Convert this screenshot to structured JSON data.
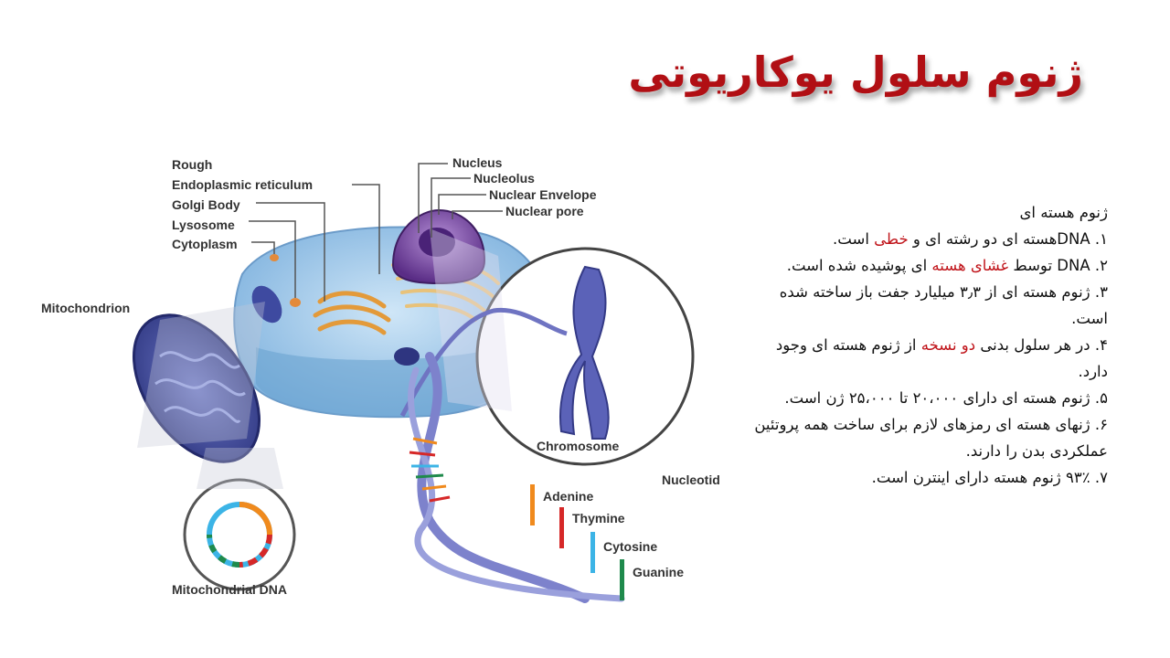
{
  "title": "ژنوم سلول یوکاریوتی",
  "text": {
    "heading": "ژنوم هسته ای",
    "items": [
      {
        "pre": "۱.  DNAهسته ای دو رشته ای و ",
        "hl": "خطی",
        "post": " است."
      },
      {
        "pre": "۲.  DNA توسط ",
        "hl": "غشای هسته",
        "post": " ای پوشیده شده است."
      },
      {
        "pre": "۳. ژنوم هسته ای از ۳٫۳ میلیارد جفت باز ساخته شده است.",
        "hl": "",
        "post": ""
      },
      {
        "pre": " ۴. در هر سلول بدنی ",
        "hl": "دو نسخه",
        "post": " از ژنوم هسته ای وجود دارد."
      },
      {
        "pre": " ۵. ژنوم هسته ای دارای ۲۰،۰۰۰  تا ۲۵،۰۰۰ ژن است.",
        "hl": "",
        "post": ""
      },
      {
        "pre": " ۶. ژنهای هسته ای رمزهای لازم برای ساخت همه پروتئین عملکردی بدن را دارند.",
        "hl": "",
        "post": ""
      },
      {
        "pre": "۷. ۹۳٪ ژنوم هسته دارای اینترن است.",
        "hl": "",
        "post": ""
      }
    ]
  },
  "diagram": {
    "labels": {
      "rough": "Rough",
      "er": "Endoplasmic reticulum",
      "golgi": "Golgi Body",
      "lysosome": "Lysosome",
      "cytoplasm": "Cytoplasm",
      "nucleus": "Nucleus",
      "nucleolus": "Nucleolus",
      "envelope": "Nuclear Envelope",
      "pore": "Nuclear pore",
      "mitochondrion": "Mitochondrion",
      "chromosome": "Chromosome",
      "nucleotide": "Nucleotid",
      "adenine": "Adenine",
      "thymine": "Thymine",
      "cytosine": "Cytosine",
      "guanine": "Guanine",
      "mtdna": "Mitochondrial DNA"
    },
    "colors": {
      "adenine": "#f08a1d",
      "thymine": "#d62828",
      "cytosine": "#3cb4e6",
      "guanine": "#1f8a4c",
      "cell": "#9cc8ea",
      "nucleus": "#6b3f9a",
      "mito": "#3e4aa0"
    }
  }
}
